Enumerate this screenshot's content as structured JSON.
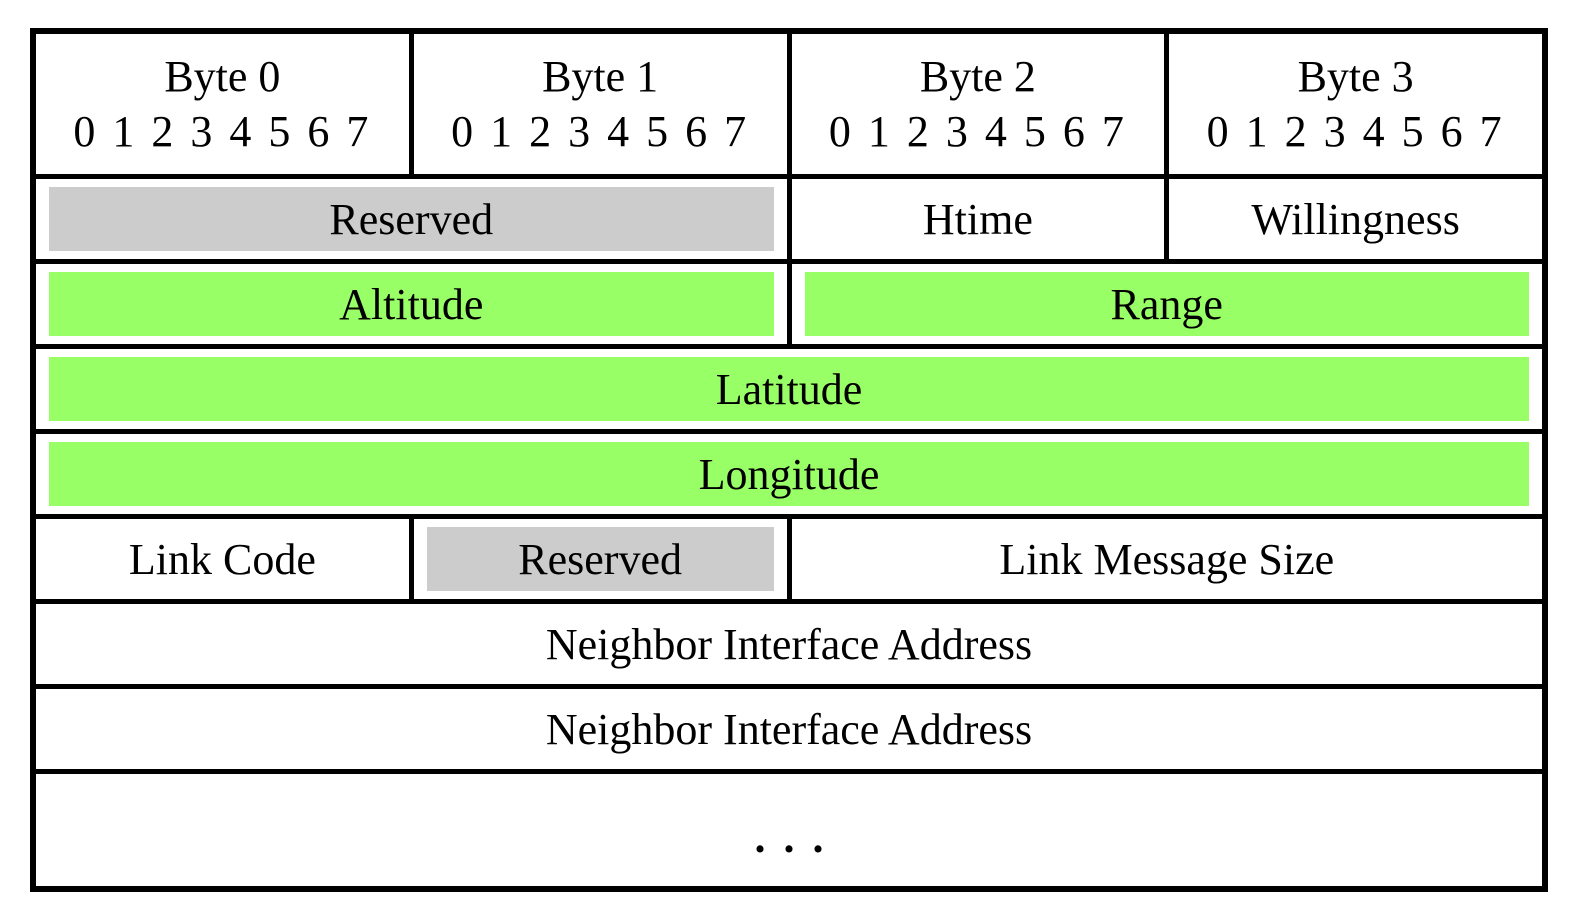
{
  "colors": {
    "highlight_green": "#99ff66",
    "highlight_gray": "#cccccc",
    "border": "#000000"
  },
  "header": {
    "cells": [
      {
        "label": "Byte 0",
        "bits": "0 1 2 3 4 5 6 7"
      },
      {
        "label": "Byte 1",
        "bits": "0 1 2 3 4 5 6 7"
      },
      {
        "label": "Byte 2",
        "bits": "0 1 2 3 4 5 6 7"
      },
      {
        "label": "Byte 3",
        "bits": "0 1 2 3 4 5 6 7"
      }
    ]
  },
  "rows": {
    "row1": {
      "reserved": "Reserved",
      "htime": "Htime",
      "willingness": "Willingness"
    },
    "row2": {
      "altitude": "Altitude",
      "range": "Range"
    },
    "row3": {
      "latitude": "Latitude"
    },
    "row4": {
      "longitude": "Longitude"
    },
    "row5": {
      "link_code": "Link Code",
      "reserved": "Reserved",
      "link_message_size": "Link Message Size"
    },
    "row6": {
      "address": "Neighbor Interface Address"
    },
    "row7": {
      "address": "Neighbor Interface Address"
    },
    "row8": {
      "ellipsis": "..."
    }
  }
}
